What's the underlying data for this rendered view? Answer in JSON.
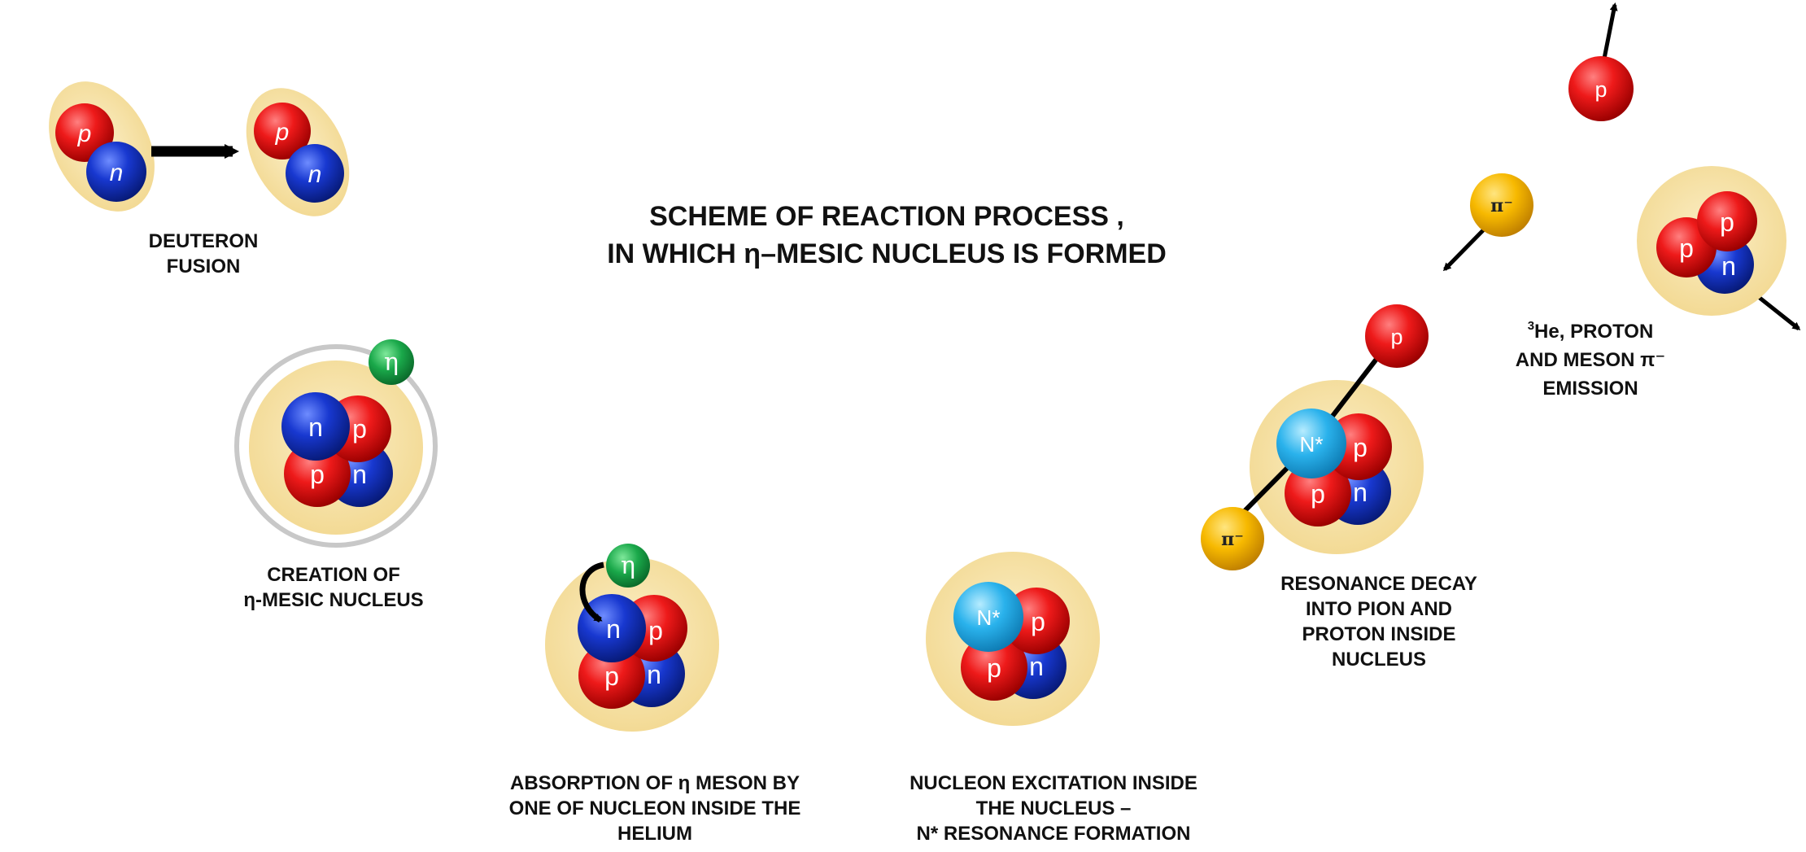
{
  "title": {
    "line1": "SCHEME OF REACTION PROCESS ,",
    "line2": "IN WHICH η–MESIC NUCLEUS IS FORMED"
  },
  "steps": {
    "deuteron": {
      "line1": "DEUTERON",
      "line2": "FUSION"
    },
    "creation": {
      "line1": "CREATION OF",
      "line2": "η-MESIC NUCLEUS"
    },
    "absorption": {
      "line1": "ABSORPTION  OF η  MESON BY",
      "line2": "ONE OF NUCLEON INSIDE THE",
      "line3": "HELIUM"
    },
    "excitation": {
      "line1": "NUCLEON EXCITATION INSIDE",
      "line2": "THE NUCLEUS –",
      "line3": "N*  RESONANCE FORMATION"
    },
    "decay": {
      "line1": "RESONANCE DECAY",
      "line2": "INTO PION AND",
      "line3": "PROTON INSIDE",
      "line4": "NUCLEUS"
    },
    "emission": {
      "line1_sup": "3",
      "line1": "He, PROTON",
      "line2": "AND MESON π⁻",
      "line3": "EMISSION"
    }
  },
  "particles": {
    "proton": "p",
    "neutron": "n",
    "eta": "η",
    "resonance": "N*",
    "pion": "π⁻"
  },
  "colors": {
    "proton": "#e01010",
    "neutron": "#1030c0",
    "eta": "#1aa84a",
    "resonance": "#29aee8",
    "pion": "#f5b800",
    "nucleus_halo": "#f7e2a4",
    "arrow": "#000000"
  }
}
